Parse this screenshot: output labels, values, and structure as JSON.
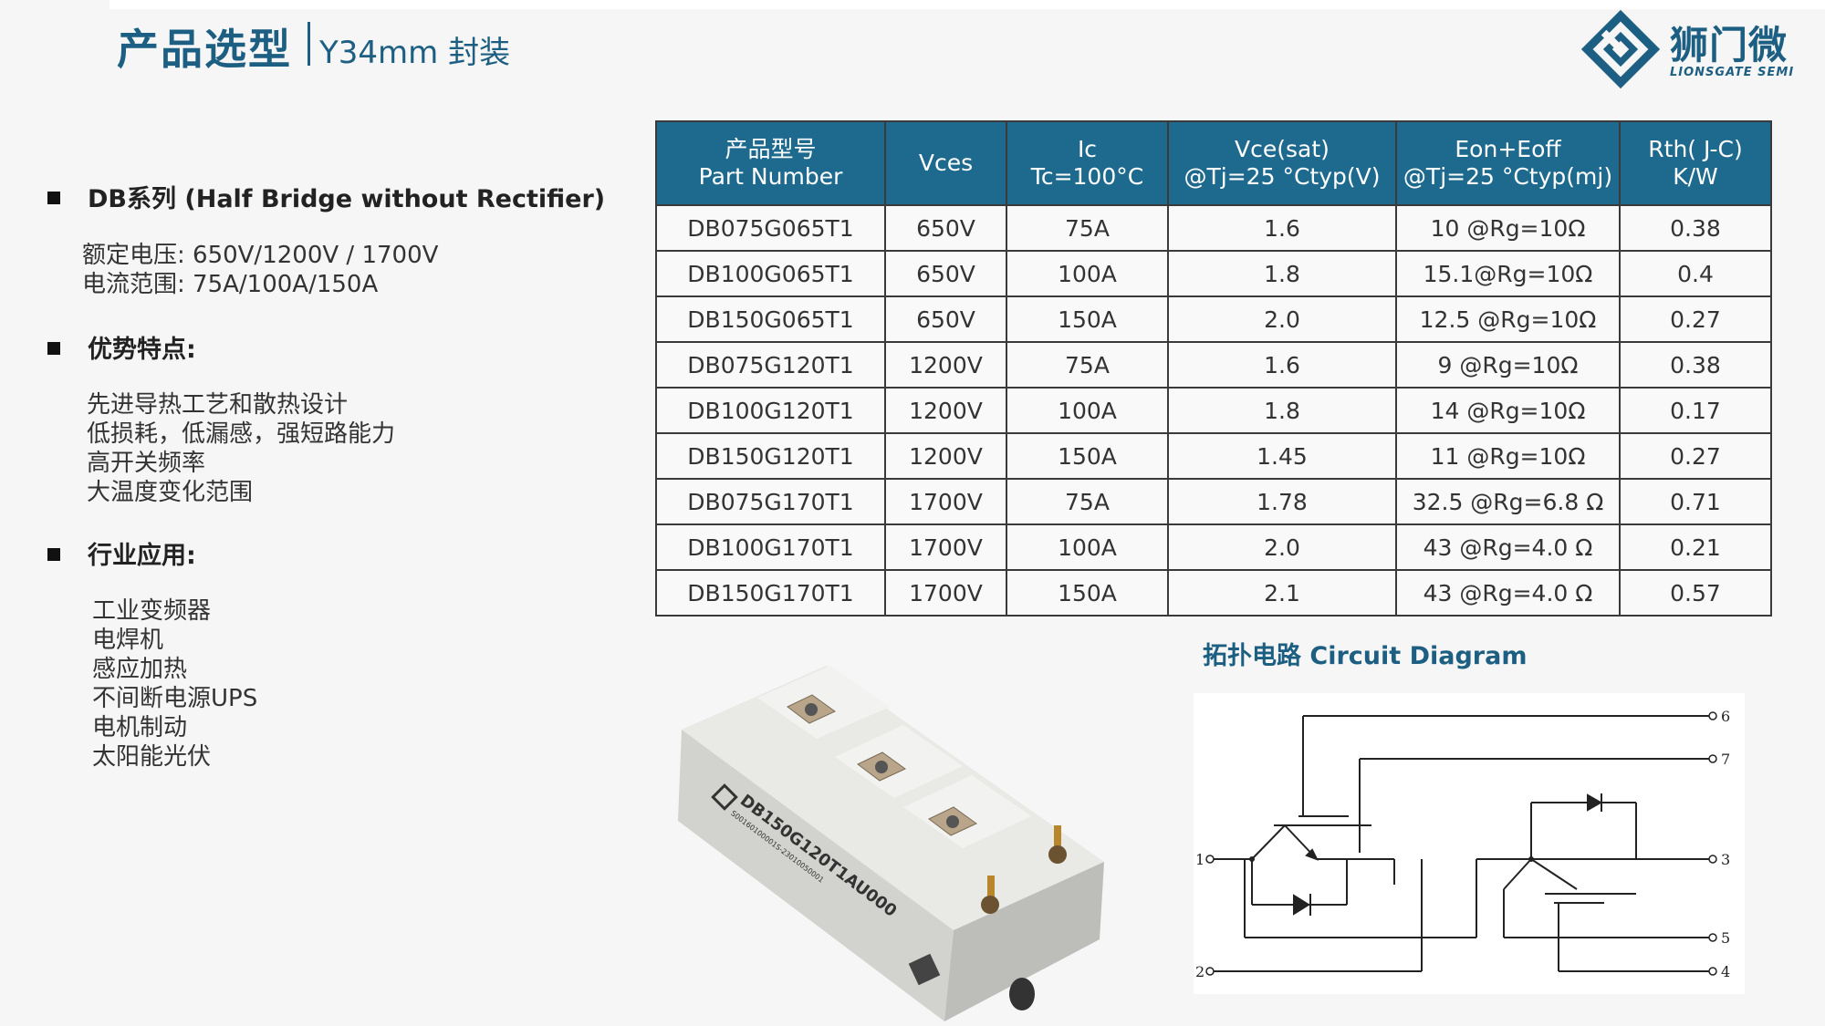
{
  "header": {
    "title": "产品选型",
    "subtitle": "Y34mm 封装"
  },
  "logo": {
    "cn": "狮门微",
    "en": "LIONSGATE SEMI",
    "brand_color": "#1d5f82"
  },
  "left": {
    "section1": {
      "heading": "DB系列 (Half Bridge without Rectifier)",
      "lines": [
        "额定电压: 650V/1200V / 1700V",
        "电流范围: 75A/100A/150A"
      ]
    },
    "section2": {
      "heading": "优势特点:",
      "lines": [
        "先进导热工艺和散热设计",
        "低损耗，低漏感，强短路能力",
        "高开关频率",
        "大温度变化范围"
      ]
    },
    "section3": {
      "heading": "行业应用:",
      "lines": [
        "工业变频器",
        "电焊机",
        "感应加热",
        "不间断电源UPS",
        "电机制动",
        "太阳能光伏"
      ]
    }
  },
  "table": {
    "headers": [
      [
        "产品型号",
        "Part Number"
      ],
      [
        "Vces"
      ],
      [
        "Ic",
        "Tc=100°C"
      ],
      [
        "Vce(sat)",
        "@Tj=25 °Ctyp(V)"
      ],
      [
        "Eon+Eoff",
        "@Tj=25 °Ctyp(mj)"
      ],
      [
        "Rth( J-C)",
        "K/W"
      ]
    ],
    "rows": [
      [
        "DB075G065T1",
        "650V",
        "75A",
        "1.6",
        "10 @Rg=10Ω",
        "0.38"
      ],
      [
        "DB100G065T1",
        "650V",
        "100A",
        "1.8",
        "15.1@Rg=10Ω",
        "0.4"
      ],
      [
        "DB150G065T1",
        "650V",
        "150A",
        "2.0",
        "12.5 @Rg=10Ω",
        "0.27"
      ],
      [
        "DB075G120T1",
        "1200V",
        "75A",
        "1.6",
        "9 @Rg=10Ω",
        "0.38"
      ],
      [
        "DB100G120T1",
        "1200V",
        "100A",
        "1.8",
        "14 @Rg=10Ω",
        "0.17"
      ],
      [
        "DB150G120T1",
        "1200V",
        "150A",
        "1.45",
        "11 @Rg=10Ω",
        "0.27"
      ],
      [
        "DB075G170T1",
        "1700V",
        "75A",
        "1.78",
        "32.5 @Rg=6.8 Ω",
        "0.71"
      ],
      [
        "DB100G170T1",
        "1700V",
        "100A",
        "2.0",
        "43 @Rg=4.0 Ω",
        "0.21"
      ],
      [
        "DB150G170T1",
        "1700V",
        "150A",
        "2.1",
        "43 @Rg=4.0 Ω",
        "0.57"
      ]
    ]
  },
  "circuit": {
    "title": "拓扑电路 Circuit Diagram",
    "pins": [
      "6",
      "7",
      "1",
      "3",
      "5",
      "2",
      "4"
    ]
  },
  "module": {
    "part_label": "DB150G120T1AU000",
    "serial": "S00160100001S-23010050001"
  }
}
